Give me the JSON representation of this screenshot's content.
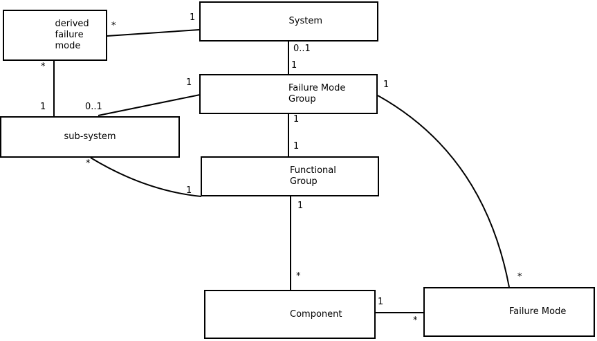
{
  "nodes": [
    {
      "name": "derived-failure-mode",
      "label_lines": [
        "derived",
        "failure",
        "mode"
      ]
    },
    {
      "name": "system",
      "label_lines": [
        "System"
      ]
    },
    {
      "name": "failure-mode-group",
      "label_lines": [
        "Failure Mode",
        "Group"
      ]
    },
    {
      "name": "sub-system",
      "label_lines": [
        "sub-system"
      ]
    },
    {
      "name": "functional-group",
      "label_lines": [
        "Functional",
        "Group"
      ]
    },
    {
      "name": "component",
      "label_lines": [
        "Component"
      ]
    },
    {
      "name": "failure-mode",
      "label_lines": [
        "Failure Mode"
      ]
    }
  ],
  "edges": [
    {
      "from": "derived-failure-mode",
      "to": "system",
      "from_mult": "*",
      "to_mult": "1"
    },
    {
      "from": "derived-failure-mode",
      "to": "sub-system",
      "from_mult": "*",
      "to_mult": "1"
    },
    {
      "from": "system",
      "to": "failure-mode-group",
      "from_mult": "0..1",
      "to_mult": "1"
    },
    {
      "from": "failure-mode-group",
      "to": "sub-system",
      "from_mult": "1",
      "to_mult": "0..1"
    },
    {
      "from": "failure-mode-group",
      "to": "functional-group",
      "from_mult": "1",
      "to_mult": "1"
    },
    {
      "from": "sub-system",
      "to": "functional-group",
      "from_mult": "*",
      "to_mult": "1"
    },
    {
      "from": "functional-group",
      "to": "component",
      "from_mult": "1",
      "to_mult": "*"
    },
    {
      "from": "component",
      "to": "failure-mode",
      "from_mult": "1",
      "to_mult": "*"
    },
    {
      "from": "failure-mode-group",
      "to": "failure-mode",
      "from_mult": "1",
      "to_mult": "*"
    }
  ],
  "colors": {
    "line": "#000000",
    "background": "#ffffff",
    "text": "#000000"
  }
}
